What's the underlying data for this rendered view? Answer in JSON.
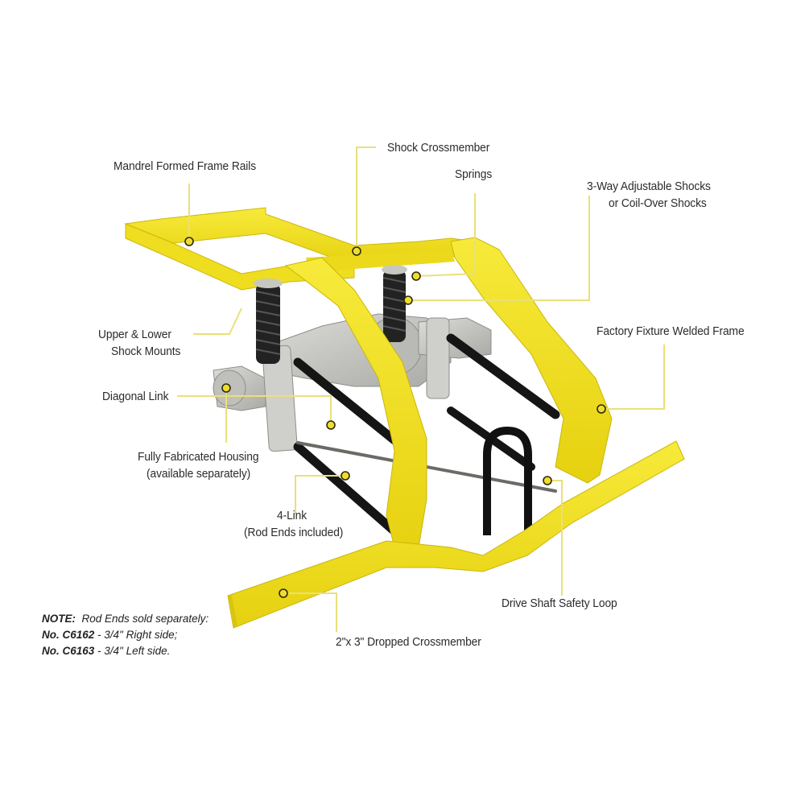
{
  "diagram": {
    "subject": "Rear suspension frame kit",
    "colors": {
      "frame_yellow": "#f2e21c",
      "frame_shadow": "#c9b60c",
      "leader_line": "#e9e07a",
      "callout_dot": "#f0dc2c",
      "housing_gray": "#c9cac6",
      "link_black": "#1a1a1a",
      "text": "#2b2b2b"
    },
    "labels": {
      "mandrel_rails": "Mandrel Formed Frame Rails",
      "shock_crossmember": "Shock Crossmember",
      "springs": "Springs",
      "adjustable_shocks_line1": "3-Way Adjustable Shocks",
      "adjustable_shocks_line2": "or Coil-Over Shocks",
      "factory_frame": "Factory Fixture Welded Frame",
      "shock_mounts_line1": "Upper & Lower",
      "shock_mounts_line2": "Shock Mounts",
      "diagonal_link": "Diagonal Link",
      "housing_line1": "Fully Fabricated Housing",
      "housing_line2": "(available separately)",
      "four_link_line1": "4-Link",
      "four_link_line2": "(Rod Ends included)",
      "safety_loop": "Drive Shaft Safety Loop",
      "dropped_crossmember": "2\"x 3\" Dropped Crossmember"
    },
    "note": {
      "heading": "NOTE:",
      "line1_text": "Rod Ends sold separately:",
      "line2_part": "No. C6162",
      "line2_text": "- 3/4\" Right side;",
      "line3_part": "No. C6163",
      "line3_text": "- 3/4\" Left side."
    }
  }
}
